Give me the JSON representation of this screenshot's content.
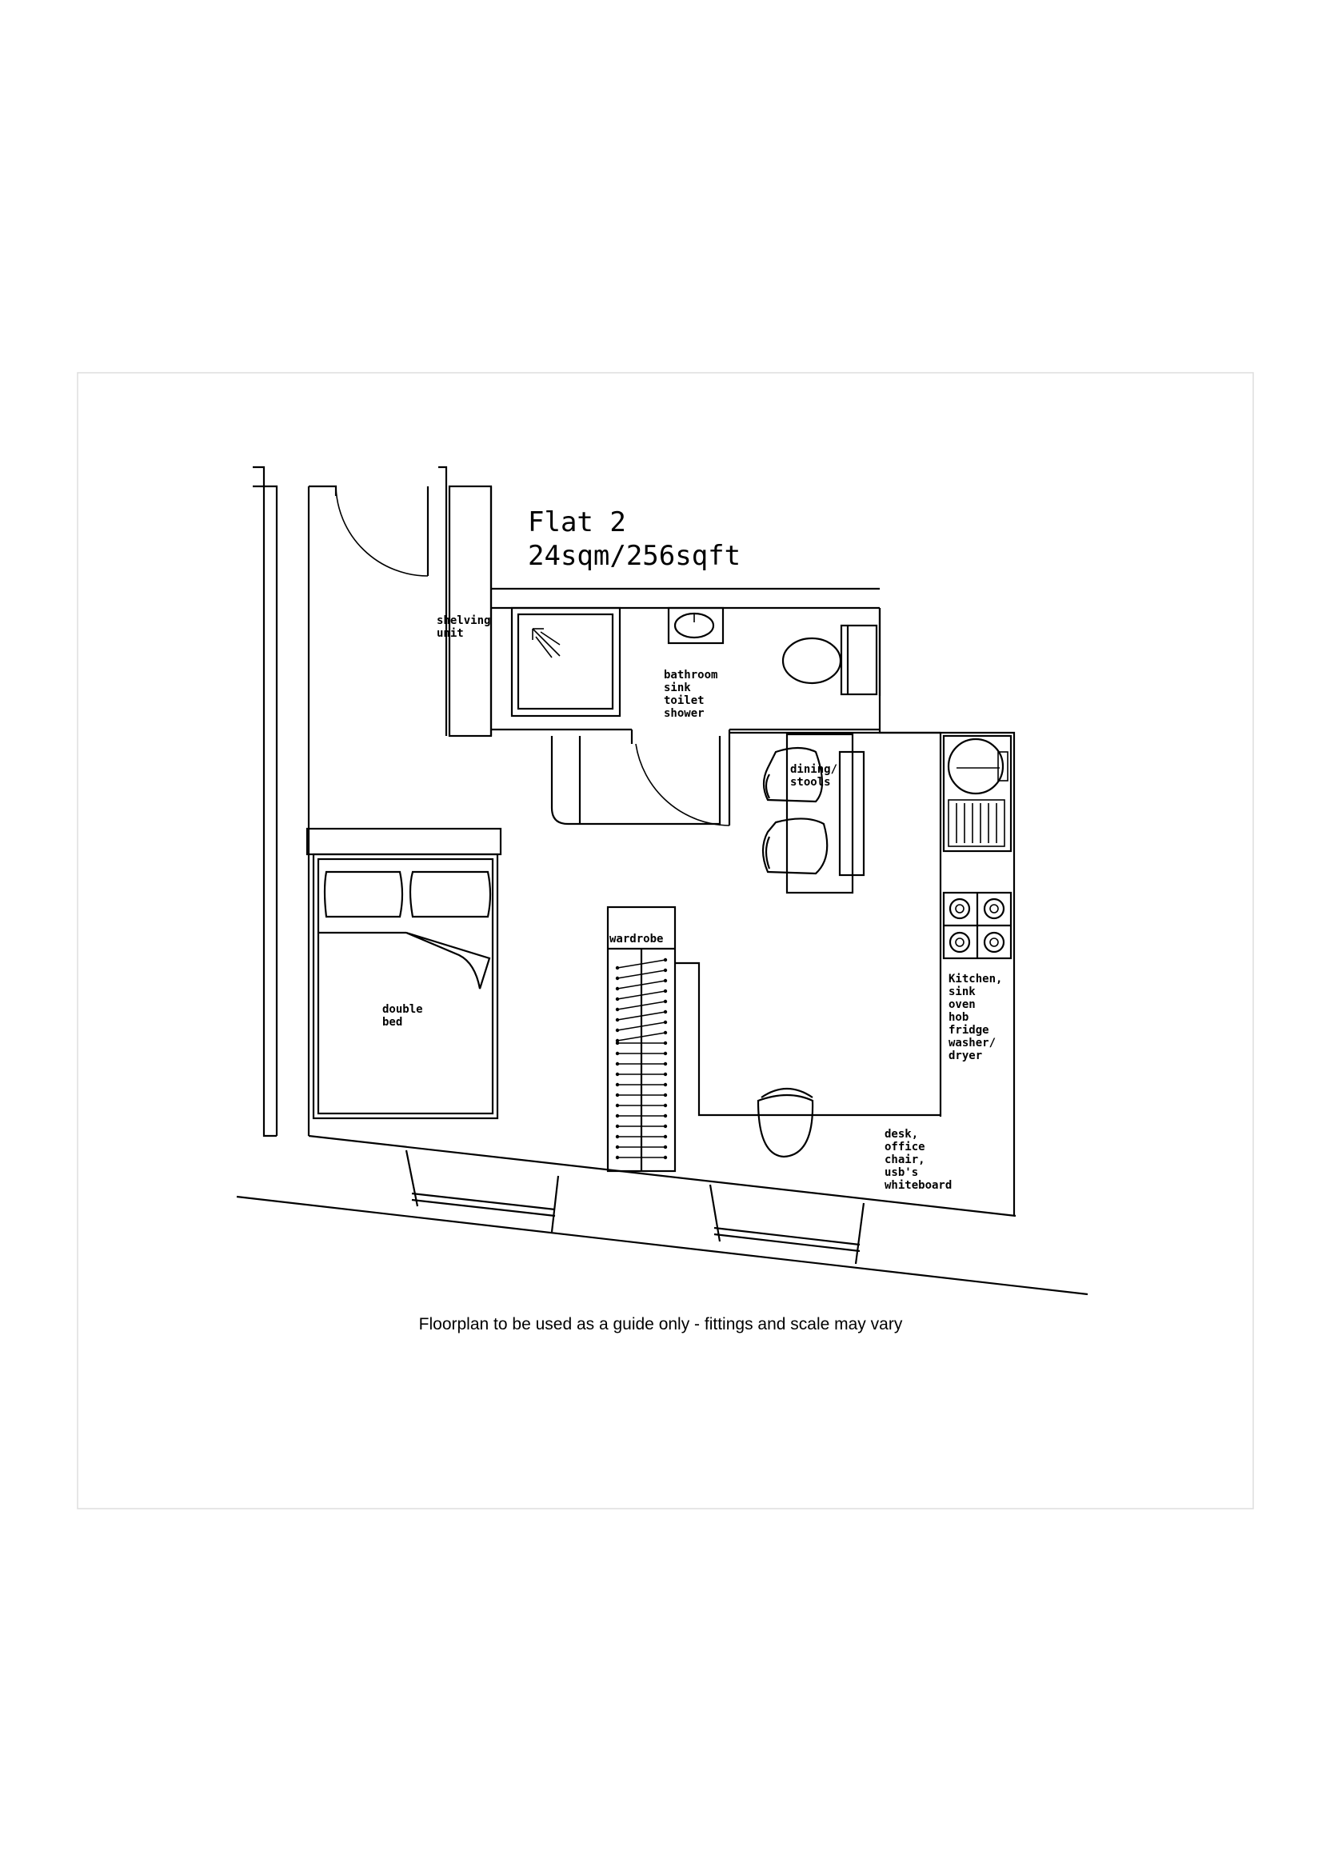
{
  "title": {
    "name": "Flat 2",
    "area": "24sqm/256sqft"
  },
  "labels": {
    "shelving": [
      "shelving",
      "unit"
    ],
    "bathroom": [
      "bathroom",
      "sink",
      "toilet",
      "shower"
    ],
    "dining": [
      "dining/",
      "stools"
    ],
    "wardrobe": "wardrobe",
    "bed": [
      "double",
      "bed"
    ],
    "kitchen": [
      "Kitchen,",
      "sink",
      "oven",
      "hob",
      "fridge",
      "washer/",
      "dryer"
    ],
    "desk": [
      "desk,",
      "office",
      "chair,",
      "usb's",
      "whiteboard"
    ]
  },
  "footer": "Floorplan to be used as a guide only - fittings and scale may vary"
}
